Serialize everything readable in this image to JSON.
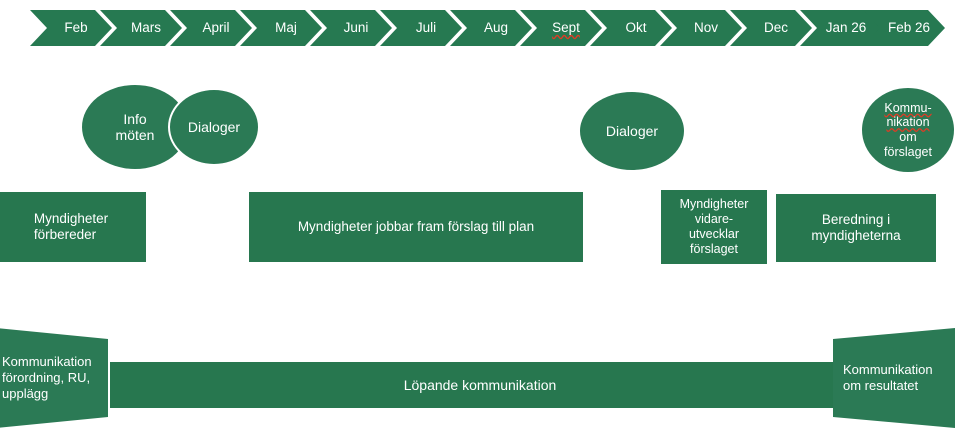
{
  "diagram": {
    "type": "process-timeline",
    "accent_color": "#27774f",
    "ellipse_color": "#2b7a55",
    "text_color": "#ffffff",
    "spellcheck_underline_color": "#e03b24",
    "background": "#ffffff"
  },
  "timeline": {
    "name": "month-chevron-timeline",
    "months": [
      {
        "label": "Feb",
        "misspelled": false
      },
      {
        "label": "Mars",
        "misspelled": false
      },
      {
        "label": "April",
        "misspelled": false
      },
      {
        "label": "Maj",
        "misspelled": false
      },
      {
        "label": "Juni",
        "misspelled": false
      },
      {
        "label": "Juli",
        "misspelled": false
      },
      {
        "label": "Aug",
        "misspelled": false
      },
      {
        "label": "Sept",
        "misspelled": true
      },
      {
        "label": "Okt",
        "misspelled": false
      },
      {
        "label": "Nov",
        "misspelled": false
      },
      {
        "label": "Dec",
        "misspelled": false
      },
      {
        "label": "Jan 26",
        "misspelled": false
      },
      {
        "label": "Feb 26",
        "misspelled": false
      }
    ]
  },
  "activities": {
    "name": "engagement-ellipses",
    "items": [
      {
        "id": "info-moten",
        "lines": [
          "Info",
          "möten"
        ],
        "misspelled_lines": []
      },
      {
        "id": "dialoger-1",
        "lines": [
          "Dialoger"
        ],
        "misspelled_lines": []
      },
      {
        "id": "dialoger-2",
        "lines": [
          "Dialoger"
        ],
        "misspelled_lines": []
      },
      {
        "id": "kommunikation-om-forslaget",
        "lines": [
          "Kommu-",
          "nikation",
          "om",
          "förslaget"
        ],
        "misspelled_lines": [
          0,
          1
        ]
      }
    ]
  },
  "phases": {
    "name": "authority-work-phases",
    "items": [
      {
        "id": "myndigheter-forbereder",
        "lines": [
          "Myndigheter",
          "förbereder"
        ]
      },
      {
        "id": "myndigheter-jobbar-fram-forslag",
        "lines": [
          "Myndigheter jobbar fram förslag till plan"
        ]
      },
      {
        "id": "myndigheter-vidareutvecklar",
        "lines": [
          "Myndigheter",
          "vidare-",
          "utvecklar",
          "förslaget"
        ]
      },
      {
        "id": "beredning-i-myndigheterna",
        "lines": [
          "Beredning i",
          "myndigheterna"
        ]
      }
    ]
  },
  "communication": {
    "name": "communication-track",
    "start": {
      "id": "kommunikation-forordning",
      "lines": [
        "Kommunikation",
        "förordning, RU,",
        "upplägg"
      ]
    },
    "ongoing": {
      "id": "lopande-kommunikation",
      "label": "Löpande kommunikation"
    },
    "end": {
      "id": "kommunikation-om-resultatet",
      "lines": [
        "Kommunikation",
        "om resultatet"
      ]
    }
  }
}
